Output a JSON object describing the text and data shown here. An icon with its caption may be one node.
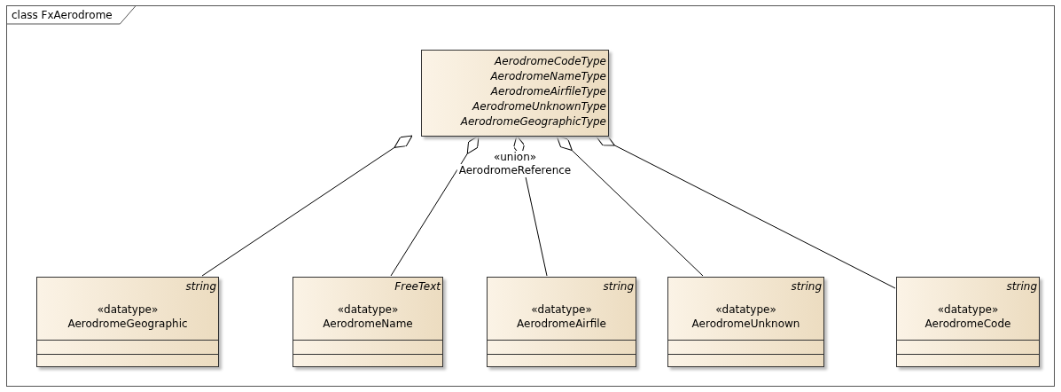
{
  "diagram": {
    "nodes": [
      {
        "text": [
          "class FxAerodrome"
        ]
      },
      {
        "text": [
          "AerodromeCodeType",
          "AerodromeNameType",
          "AerodromeAirfileType",
          "AerodromeUnknownType",
          "AerodromeGeographicType",
          "«union»",
          "AerodromeReference"
        ],
        "in": 0
      },
      {
        "text": [
          "string",
          "«datatype»",
          "AerodromeGeographic"
        ],
        "in": 0
      },
      {
        "text": [
          "FreeText",
          "«datatype»",
          "AerodromeName"
        ],
        "in": 0
      },
      {
        "text": [
          "string",
          "«datatype»",
          "AerodromeAirfile"
        ],
        "in": 0
      },
      {
        "text": [
          "string",
          "«datatype»",
          "AerodromeUnknown"
        ],
        "in": 0
      },
      {
        "text": [
          "string",
          "«datatype»",
          "AerodromeCode"
        ],
        "in": 0
      }
    ],
    "edges": [
      {
        "from": 1,
        "to": 2,
        "arrow": "other"
      },
      {
        "from": 1,
        "to": 3,
        "arrow": "other"
      },
      {
        "from": 1,
        "to": 4,
        "arrow": "other"
      },
      {
        "from": 1,
        "to": 5,
        "arrow": "other"
      },
      {
        "from": 1,
        "to": 6,
        "arrow": "other"
      }
    ]
  }
}
